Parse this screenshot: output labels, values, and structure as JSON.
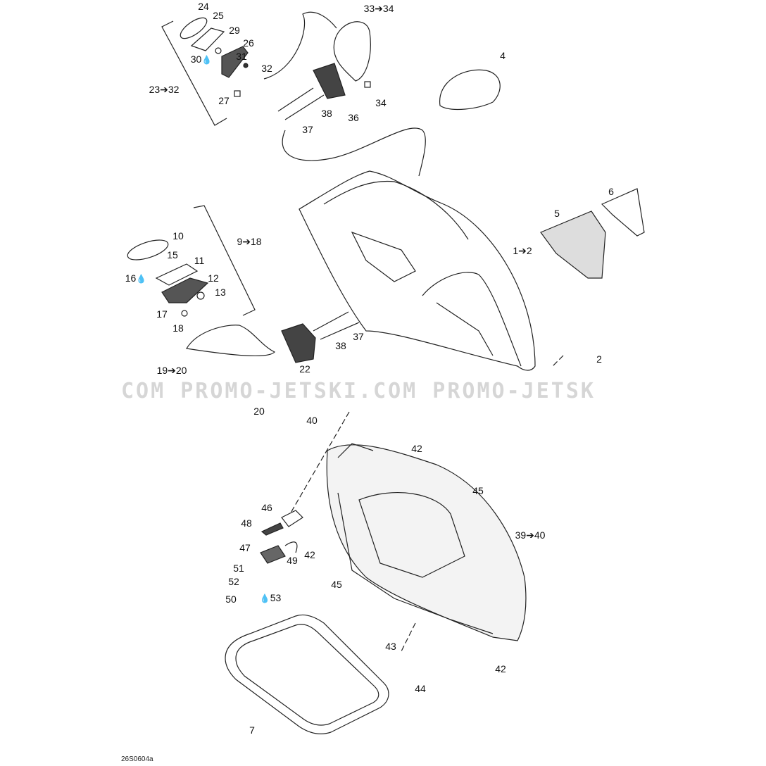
{
  "diagram_code": "26S0604a",
  "watermark": "COM PROMO-JETSKI.COM PROMO-JETSK",
  "labels": [
    "24",
    "25",
    "29",
    "26",
    "30",
    "31",
    "32",
    "23➔32",
    "27",
    "33➔34",
    "4",
    "34",
    "38",
    "36",
    "37",
    "10",
    "9➔18",
    "15",
    "11",
    "16",
    "12",
    "13",
    "17",
    "18",
    "38",
    "37",
    "22",
    "19➔20",
    "20",
    "6",
    "5",
    "1➔2",
    "2",
    "40",
    "42",
    "45",
    "46",
    "48",
    "47",
    "49",
    "42",
    "39➔40",
    "51",
    "52",
    "45",
    "50",
    "53",
    "43",
    "42",
    "44",
    "7"
  ],
  "icons": {
    "drop": "sealant-drop-icon",
    "arrow": "➔"
  }
}
